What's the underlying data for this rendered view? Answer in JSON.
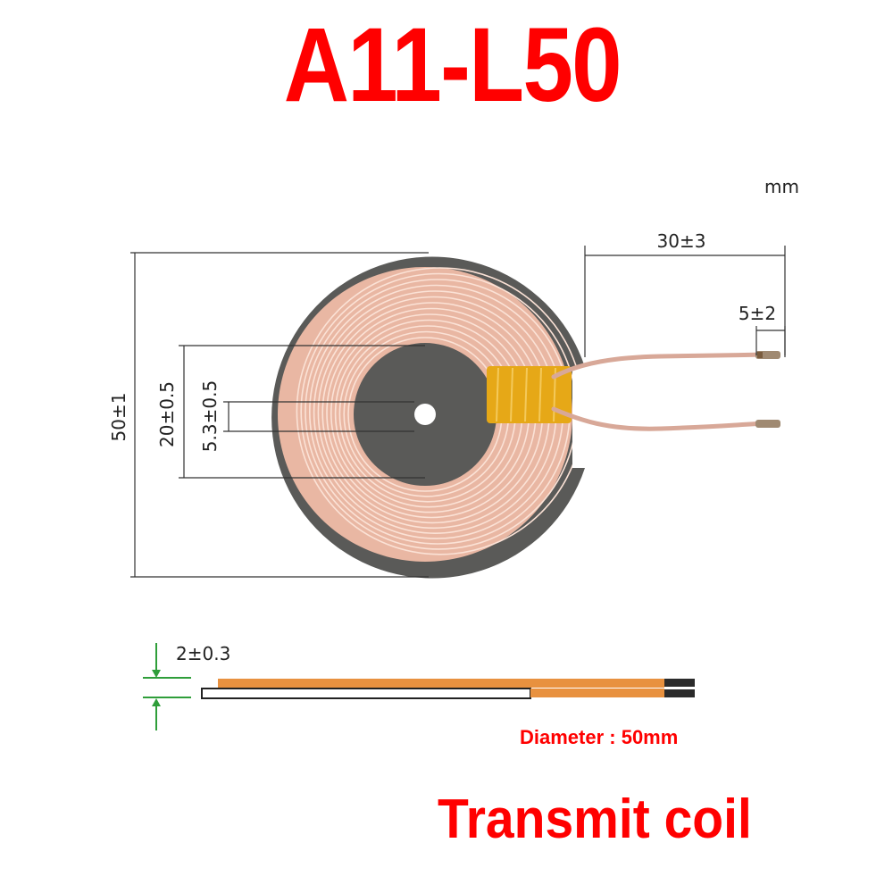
{
  "header": {
    "model": "A11-L50"
  },
  "footer": {
    "product": "Transmit coil",
    "diameter_note": "Diameter : 50mm"
  },
  "units": {
    "label": "mm"
  },
  "dimensions": {
    "outer_diameter": "50±1",
    "coil_id": "20±0.5",
    "hole": "5.3±0.5",
    "lead_length": "30±3",
    "lead_strip": "5±2",
    "thickness": "2±0.3"
  },
  "colors": {
    "title_red": "#ff0000",
    "ferrite": "#5a5a58",
    "copper": "#e9b7a3",
    "copper_line": "#fbe2d6",
    "tape": "#e6a817",
    "orange": "#e8913f",
    "dim_line": "#333333",
    "arrow_green": "#2f9e3a"
  }
}
